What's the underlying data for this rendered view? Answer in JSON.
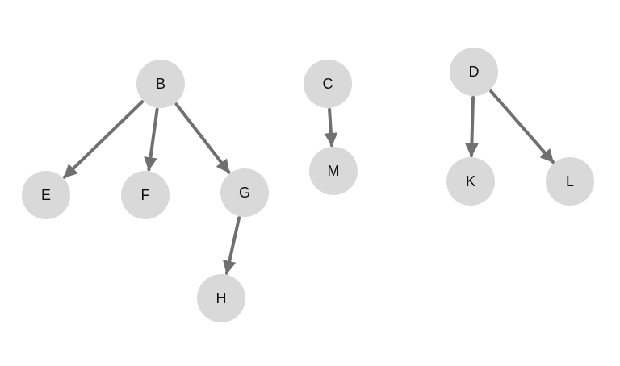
{
  "diagram": {
    "nodes": [
      {
        "id": "B",
        "label": "B"
      },
      {
        "id": "C",
        "label": "C"
      },
      {
        "id": "D",
        "label": "D"
      },
      {
        "id": "E",
        "label": "E"
      },
      {
        "id": "F",
        "label": "F"
      },
      {
        "id": "G",
        "label": "G"
      },
      {
        "id": "H",
        "label": "H"
      },
      {
        "id": "M",
        "label": "M"
      },
      {
        "id": "K",
        "label": "K"
      },
      {
        "id": "L",
        "label": "L"
      }
    ],
    "edges": [
      {
        "from": "B",
        "to": "E"
      },
      {
        "from": "B",
        "to": "F"
      },
      {
        "from": "B",
        "to": "G"
      },
      {
        "from": "G",
        "to": "H"
      },
      {
        "from": "C",
        "to": "M"
      },
      {
        "from": "D",
        "to": "K"
      },
      {
        "from": "D",
        "to": "L"
      }
    ],
    "colors": {
      "node_fill": "#d9d9d9",
      "edge": "#707070",
      "label": "#111111"
    }
  }
}
